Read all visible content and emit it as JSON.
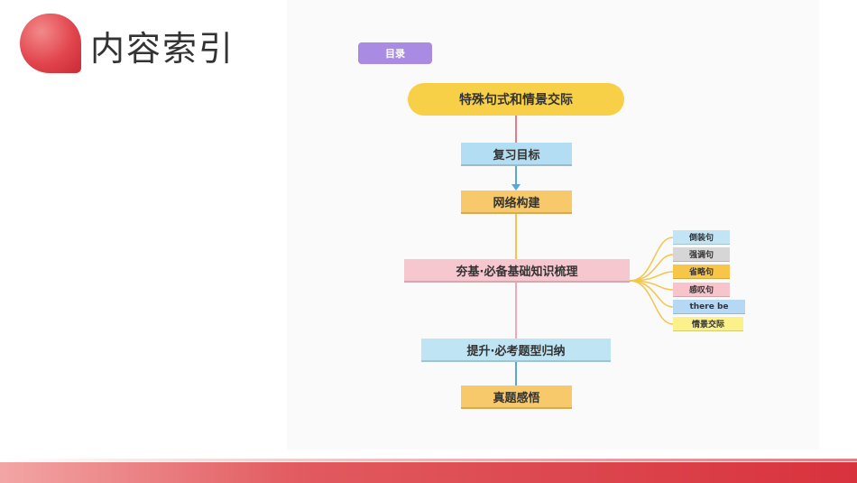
{
  "header": {
    "title": "内容索引"
  },
  "diagram": {
    "tag": "目录",
    "root": "特殊句式和情景交际",
    "steps": [
      "复习目标",
      "网络构建",
      "夯基·必备基础知识梳理",
      "提升·必考题型归纳",
      "真题感悟"
    ],
    "branches": [
      "倒装句",
      "强调句",
      "省略句",
      "感叹句",
      "there be",
      "情景交际"
    ]
  },
  "colors": {
    "accent": "#e2454d",
    "tag": "#a98be3",
    "root": "#f8d047"
  }
}
